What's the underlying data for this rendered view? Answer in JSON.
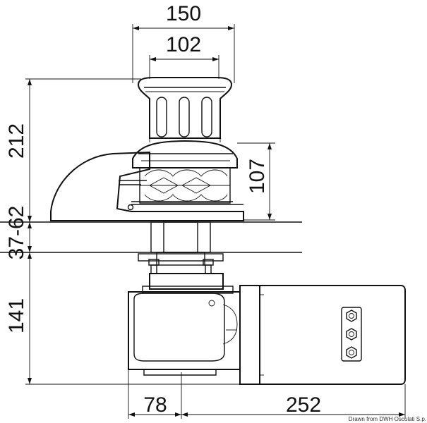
{
  "dimensions": {
    "top_width": "150",
    "inner_width": "102",
    "total_height": "212",
    "upper_height": "107",
    "deck_thickness": "37-62",
    "lower_height": "141",
    "motor_offset": "78",
    "motor_length": "252"
  },
  "credit": "Drawn from DWH Osculati S.p.",
  "colors": {
    "line": "#111111",
    "background": "#ffffff"
  }
}
